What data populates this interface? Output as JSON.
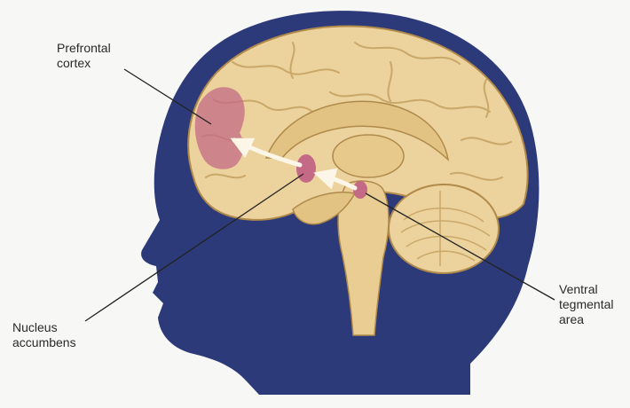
{
  "labels": {
    "prefrontal_cortex": {
      "line1": "Prefrontal",
      "line2": "cortex"
    },
    "nucleus_accumbens": {
      "line1": "Nucleus",
      "line2": "accumbens"
    },
    "ventral_tegmental_area": {
      "line1": "Ventral",
      "line2": "tegmental",
      "line3": "area"
    }
  },
  "colors": {
    "head": "#2c3a79",
    "brain": "#ecd29c",
    "brain_outline": "#b08a4a",
    "highlight": "#c46a86",
    "arrow": "#fbf6e8",
    "leader": "#222222"
  }
}
